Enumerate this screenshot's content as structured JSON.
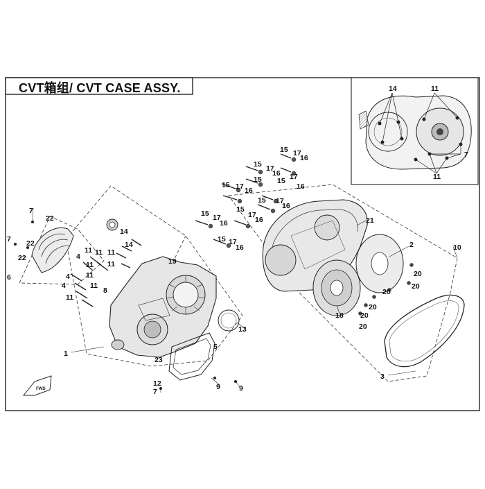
{
  "title": "CVT箱组/ CVT CASE ASSY.",
  "fwd_label": "FWD",
  "callouts": {
    "c1": "1",
    "c2": "2",
    "c3": "3",
    "c5": "5",
    "c6": "6",
    "c7": "7",
    "c8": "8",
    "c9": "9",
    "c10": "10",
    "c11": "11",
    "c12": "12",
    "c13": "13",
    "c14": "14",
    "c15": "15",
    "c16": "16",
    "c17": "17",
    "c18": "18",
    "c19": "19",
    "c20": "20",
    "c21": "21",
    "c22": "22",
    "c23": "23"
  },
  "colors": {
    "line": "#1a1a1a",
    "part_fill": "#e9e9e9",
    "part_dark": "#9a9a9a",
    "frame": "#333333"
  }
}
